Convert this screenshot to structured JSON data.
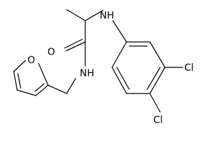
{
  "structure": {
    "labels": {
      "nh_amine": "NH",
      "o_carbonyl": "O",
      "nh_amide": "NH",
      "cl_meta": "Cl",
      "cl_para": "Cl",
      "o_furan": "O"
    }
  },
  "colors": {
    "background": "#ffffff",
    "bonds": "#000000",
    "text": "#000000"
  }
}
